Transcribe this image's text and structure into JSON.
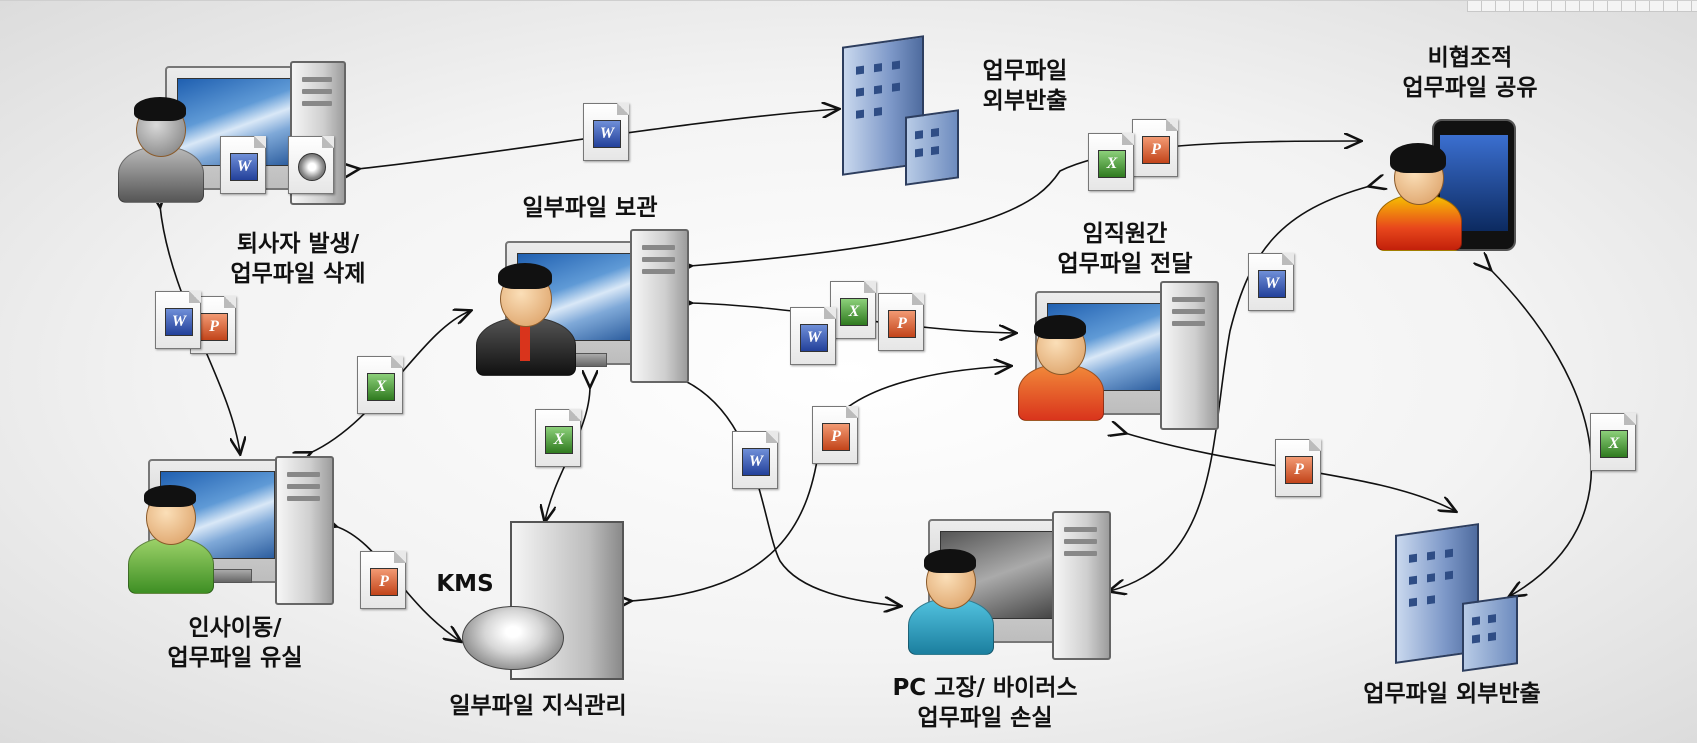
{
  "labels": {
    "retire_top": "퇴사자 발생/",
    "retire_bottom": "업무파일 삭제",
    "export_top_1": "업무파일",
    "export_top_2": "외부반출",
    "nonorg_1": "비협조적",
    "nonorg_2": "업무파일 공유",
    "store": "일부파일 보관",
    "transfer_1": "임직원간",
    "transfer_2": "업무파일 전달",
    "transfer_hr_1": "인사이동/",
    "transfer_hr_2": "업무파일 유실",
    "kms": "KMS",
    "knowledge": "일부파일 지식관리",
    "pc_broken_1": "PC 고장/ 바이러스",
    "pc_broken_2": "업무파일 손실",
    "export_bottom": "업무파일 외부반출"
  },
  "icons": {
    "word": "W",
    "excel": "X",
    "ppt": "P"
  },
  "colors": {
    "body_black": "#2b2b2b",
    "body_red": "#d9341c",
    "body_green": "#4fa030",
    "body_teal": "#2a93b3",
    "body_orange": "#e8471c"
  }
}
